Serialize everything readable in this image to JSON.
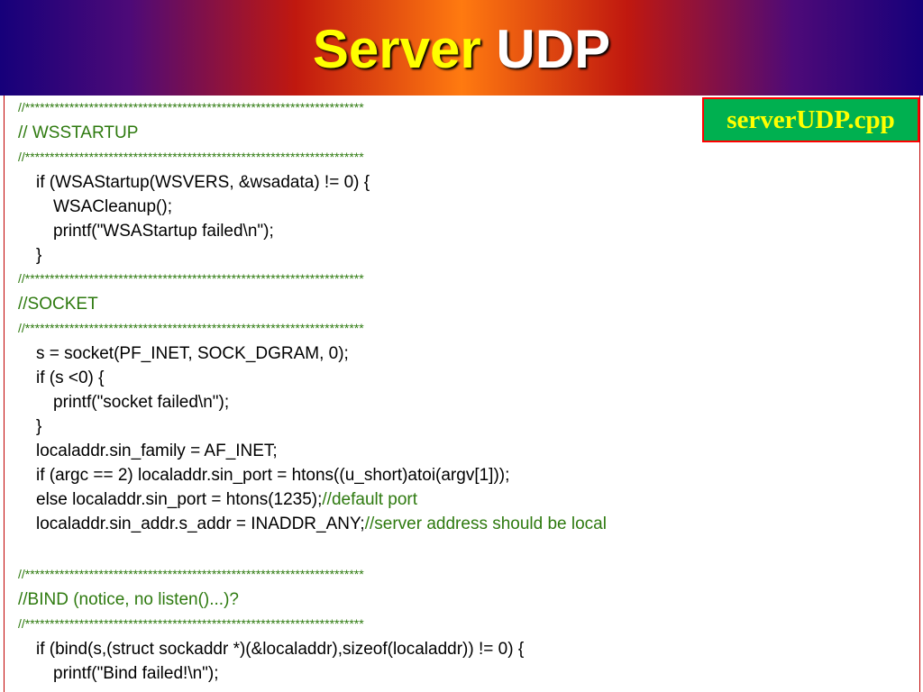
{
  "slide": {
    "title_part1": "Server",
    "title_part2": "UDP",
    "file_label": "serverUDP.cpp",
    "colors": {
      "title_primary": "#ffff00",
      "title_secondary": "#ffffff",
      "comment": "#2e7a0f",
      "code": "#000000",
      "badge_bg": "#00b050",
      "badge_border": "#ff0000",
      "badge_text": "#ffff00"
    },
    "code": {
      "stars": "//*********************************************************************",
      "sec_wsstartup": "// WSSTARTUP",
      "l_wsa_if": "if (WSAStartup(WSVERS, &wsadata) != 0) {",
      "l_wsa_cleanup": "WSACleanup();",
      "l_wsa_printf": "printf(\"WSAStartup failed\\n\");",
      "brace_close": "}",
      "sec_socket": "//SOCKET",
      "l_socket": "s = socket(PF_INET, SOCK_DGRAM, 0);",
      "l_sock_if": "if (s <0) {",
      "l_sock_printf": "printf(\"socket failed\\n\");",
      "l_family": "localaddr.sin_family = AF_INET;",
      "l_argc": "if (argc == 2) localaddr.sin_port = htons((u_short)atoi(argv[1]));",
      "l_else": "else localaddr.sin_port = htons(1235);",
      "l_else_comment": "//default port",
      "l_addr": "localaddr.sin_addr.s_addr = INADDR_ANY;",
      "l_addr_comment": "//server address should be local",
      "sec_bind": "//BIND (notice, no listen()...)?",
      "l_bind_if": "if (bind(s,(struct sockaddr *)(&localaddr),sizeof(localaddr)) != 0) {",
      "l_bind_printf": "printf(\"Bind failed!\\n\");"
    }
  }
}
